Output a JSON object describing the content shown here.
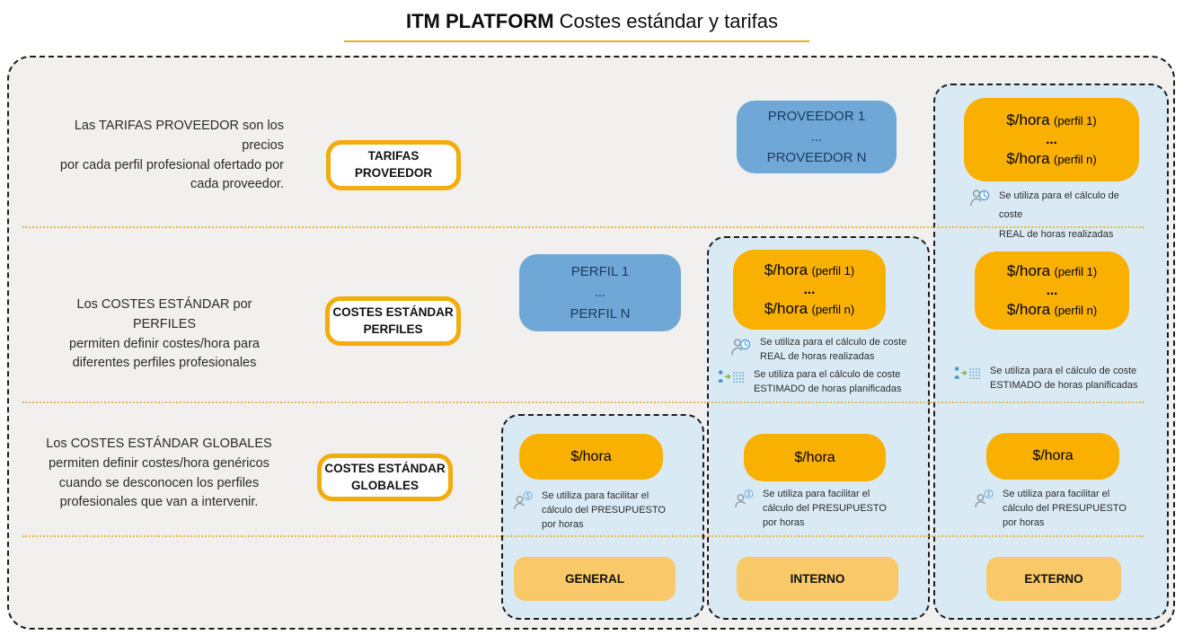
{
  "title": {
    "brand": "ITM PLATFORM",
    "rest": "Costes estándar y tarifas"
  },
  "sections": [
    {
      "description": "Las TARIFAS PROVEEDOR son los precios\npor cada perfil profesional ofertado por\ncada proveedor.",
      "tag": "TARIFAS\nPROVEEDOR"
    },
    {
      "description": "Los COSTES ESTÁNDAR por PERFILES\npermiten definir costes/hora para\ndiferentes perfiles profesionales",
      "tag": "COSTES ESTÁNDAR\nPERFILES"
    },
    {
      "description": "Los COSTES ESTÁNDAR GLOBALES\npermiten definir costes/hora genéricos\ncuando se desconocen los perfiles\nprofesionales que van a intervenir.",
      "tag": "COSTES ESTÁNDAR\nGLOBALES"
    }
  ],
  "entities": {
    "proveedor": "PROVEEDOR 1\n...\nPROVEEDOR N",
    "perfil": "PERFIL 1\n...\nPERFIL N"
  },
  "price_profile": {
    "main1": "$/hora",
    "sub1": "(perfil 1)",
    "dots": "...",
    "main2": "$/hora",
    "sub2": "(perfil n)"
  },
  "price_global": {
    "main": "$/hora"
  },
  "notes": {
    "real": "Se utiliza para el cálculo de coste\nREAL  de horas realizadas",
    "estimado": "Se utiliza para el cálculo de coste\nESTIMADO  de horas planificadas",
    "presupuesto": "Se utiliza para facilitar el\ncálculo del PRESUPUESTO\npor horas"
  },
  "columns": [
    {
      "label": "GENERAL"
    },
    {
      "label": "INTERNO"
    },
    {
      "label": "EXTERNO"
    }
  ],
  "icons": {
    "real": "person-clock-icon",
    "estimado": "person-planning-icon",
    "presupuesto": "person-budget-icon"
  },
  "colors": {
    "accent_orange": "#F9B001",
    "light_orange": "#F8C869",
    "entity_blue": "#6FA8D6",
    "panel_blue": "#DAEAF5",
    "tag_border_yellow": "#F2AC0B",
    "divider_yellow": "#E9B64A",
    "underline_yellow": "#EDAA2B"
  }
}
